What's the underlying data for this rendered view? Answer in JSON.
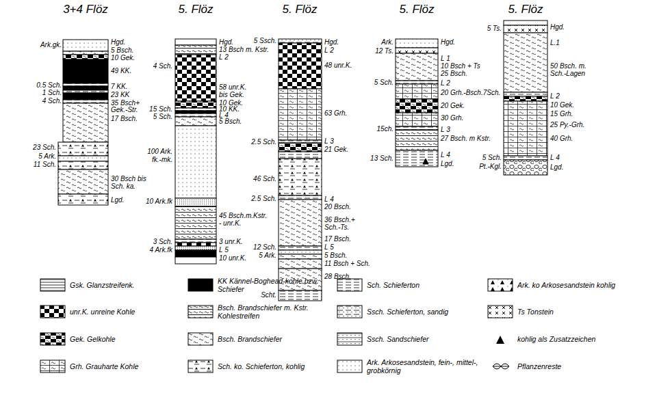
{
  "diagram": {
    "labels": [
      "3+4 Flöz",
      "5. Flöz",
      "5. Flöz",
      "5. Flöz",
      "5. Flöz",
      "Ark.gk.",
      "Hgd.",
      "5 Bsch.",
      "10 Gek.",
      "49 KK.",
      "0.5 Sch.",
      "7 KK.",
      "1 Sch.",
      "23 KK",
      "4 Sch.",
      "35 Bsch+",
      "Gek.-Str.",
      "17 Bsch.",
      "23 Sch.",
      "5 Ark.",
      "11 Sch.",
      "30 Bsch bis",
      "Sch. ka.",
      "Lgd.",
      "Hgd.",
      "13 Bsch m. Kstr.",
      "L 2",
      "4 Sch.",
      "58 unr.K.",
      "bis Gek.",
      "10 Gek.",
      "15 Sch.",
      "10 KK.",
      "L 4",
      "5 Sch.",
      "5 Bsch.",
      "100 Ark.",
      "fk.-mk.",
      "10 Ark.fk",
      "45 Bsch.m.Kstr.",
      "- unr.K.",
      "3 Sch.",
      "3 unr.K.",
      "4 Ark.fk",
      "L 5",
      "10 unr.K.",
      "5 Ssch.",
      "Hgd.",
      "L 2",
      "48 unr.K.",
      "63 Grh.",
      "2.5 Sch.",
      "L 3",
      "21 Gek.",
      "46 Sch.",
      "2.5 Sch.",
      "L 4",
      "20 Bsch.",
      "36 Bsch.+",
      "Sch.-Ts.",
      "17 Bsch.",
      "12 Sch.",
      "L 5",
      "5 Ark.",
      "5 Bsch.",
      "11 Bsch + Sch.",
      "28 Bsch.",
      "Scht.",
      "Ark.",
      "Hgd.",
      "12 Ts.",
      "L 1",
      "10 Bsch + Ts",
      "25 Bsch.",
      "5 Sch.",
      "L 2",
      "20 Grh.-Bsch.7Sch.",
      "20 Gek.",
      "30 Grh.",
      "15ch.",
      "L 3",
      "27 Bsch. m Kstr.",
      "13 Sch.",
      "L 4",
      "Lgd.",
      "5 Ts.",
      "Hgd.",
      "L.1",
      "50 Bsch. m.",
      "Sch.-Lagen",
      "L 2",
      "10 Gek.",
      "15 Grh.",
      "25 Py.-Grh.",
      "40 Grh.",
      "5 Sch.",
      "L 4",
      "Pt.-Kgl.",
      "Lgd."
    ],
    "legend": [
      {
        "text": "Gsk. Glanzstreifenk."
      },
      {
        "text": "unr.K. unreine Kohle"
      },
      {
        "text": "Gek. Gelkohle"
      },
      {
        "text": "Grh. Grauharte Kohle"
      },
      {
        "text": "KK Kännel-Boghead-kohle bzw. Schiefer"
      },
      {
        "text": "Bsch. Brandschiefer m. Kstr. Kohlestreifen"
      },
      {
        "text": "Bsch. Brandschiefer"
      },
      {
        "text": "Sch. ko. Schieferton, kohlig"
      },
      {
        "text": "Sch. Schieferton"
      },
      {
        "text": "Ssch. Schieferton, sandig"
      },
      {
        "text": "Ssch. Sandschiefer"
      },
      {
        "text": "Ark. Arkosesandstein, fein-, mittel-, grobkörnig"
      },
      {
        "text": "Ark. ko Arkosesandstein kohlig"
      },
      {
        "text": "Ts Tonstein"
      },
      {
        "text": "kohlig als Zusatzzeichen"
      },
      {
        "text": "Pflanzenreste"
      }
    ]
  }
}
